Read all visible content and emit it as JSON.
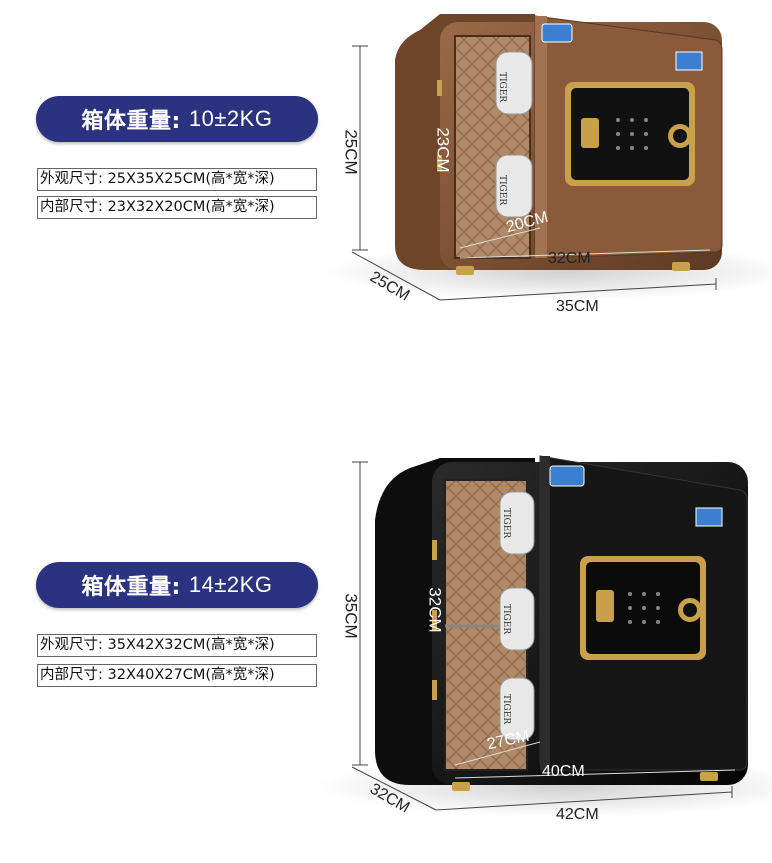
{
  "safe_small": {
    "weight_label": "箱体重量:",
    "weight_value": "10±2KG",
    "exterior": "外观尺寸: 25X35X25CM(高*宽*深)",
    "interior": "内部尺寸: 23X32X20CM(高*宽*深)",
    "dims": {
      "height": "25CM",
      "inner_height": "23CM",
      "inner_depth": "20CM",
      "inner_width": "32CM",
      "depth": "25CM",
      "width": "35CM"
    },
    "handle_brand": "TIGER",
    "colors": {
      "body": "#8a5a3a",
      "dark": "#5a3622"
    }
  },
  "safe_large": {
    "weight_label": "箱体重量:",
    "weight_value": "14±2KG",
    "exterior": "外观尺寸: 35X42X32CM(高*宽*深)",
    "interior": "内部尺寸: 32X40X27CM(高*宽*深)",
    "dims": {
      "height": "35CM",
      "inner_height": "32CM",
      "inner_depth": "27CM",
      "inner_width": "40CM",
      "depth": "32CM",
      "width": "42CM"
    },
    "handle_brand": "TIGER",
    "colors": {
      "body": "#1a1a1a",
      "dark": "#0a0a0a"
    }
  },
  "colors": {
    "pill": "#2b3280",
    "gold": "#c9a14a"
  }
}
